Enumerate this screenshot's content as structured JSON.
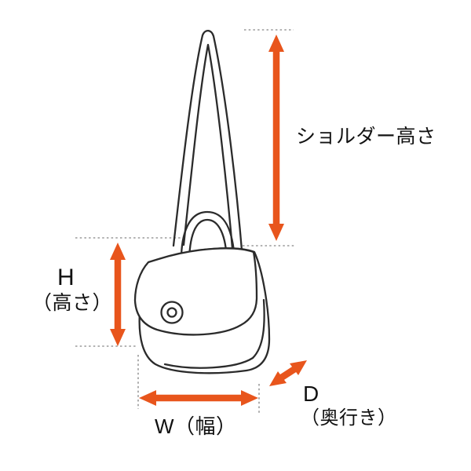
{
  "page": {
    "background": "#ffffff",
    "description": "bag-dimension-diagram"
  },
  "illustration": {
    "subject": "shoulder-bag-line-drawing",
    "line_color": "#2b2b2b",
    "guide_line_color": "#9a9a9a"
  },
  "measurements": {
    "arrow_color": "#e8551c",
    "shoulder_height": {
      "label": "ショルダー高さ"
    },
    "height": {
      "label_letter": "H",
      "label_suffix": "（高さ）"
    },
    "width": {
      "label": "W（幅）"
    },
    "depth": {
      "label_letter": "D",
      "label_suffix": "（奥行き）"
    }
  }
}
